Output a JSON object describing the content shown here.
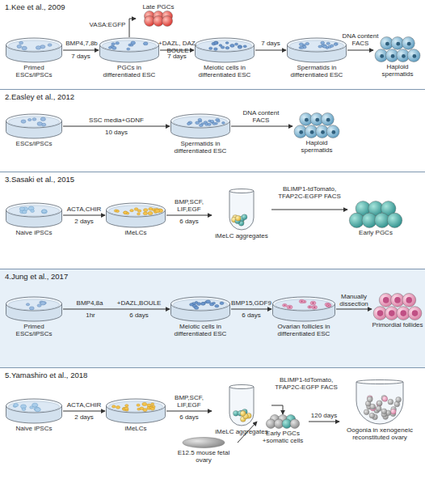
{
  "diagram": {
    "nodes": [
      {
        "text": [
          "1.Kee et al., 2009"
        ]
      },
      {
        "text": [
          "Primed ESCs/iPSCs"
        ],
        "in": 0
      },
      {
        "text": [
          "PGCs in differentiated ESC"
        ],
        "in": 0
      },
      {
        "text": [
          "Late PGCs"
        ],
        "in": 0
      },
      {
        "text": [
          "Meiotic cells in differentiated ESC"
        ],
        "in": 0
      },
      {
        "text": [
          "Spermatids in differentiated ESC"
        ],
        "in": 0
      },
      {
        "text": [
          "Haploid spermatids"
        ],
        "in": 0
      },
      {
        "text": [
          "2.Easley et al., 2012"
        ]
      },
      {
        "text": [
          "ESCs/iPSCs"
        ],
        "in": 7
      },
      {
        "text": [
          "Spermatids in differentiated ESC"
        ],
        "in": 7
      },
      {
        "text": [
          "Haploid spermatids"
        ],
        "in": 7
      },
      {
        "text": [
          "3.Sasaki et al., 2015"
        ]
      },
      {
        "text": [
          "Naive iPSCs"
        ],
        "in": 11
      },
      {
        "text": [
          "iMeLCs"
        ],
        "in": 11
      },
      {
        "text": [
          "iMeLC aggregates"
        ],
        "in": 11
      },
      {
        "text": [
          "Early PGCs"
        ],
        "in": 11
      },
      {
        "text": [
          "4.Jung et al., 2017"
        ]
      },
      {
        "text": [
          "Primed ESCs/iPSCs"
        ],
        "in": 16
      },
      {
        "text": [
          "Meiotic cells in differentiated ESC"
        ],
        "in": 16
      },
      {
        "text": [
          "Ovarian follicles in differentiated ESC"
        ],
        "in": 16
      },
      {
        "text": [
          "Primordial follides"
        ],
        "in": 16
      },
      {
        "text": [
          "5.Yamashiro et al., 2018"
        ]
      },
      {
        "text": [
          "Naive iPSCs"
        ],
        "in": 21
      },
      {
        "text": [
          "iMeLCs"
        ],
        "in": 21
      },
      {
        "text": [
          "iMeLC aggregates"
        ],
        "in": 21
      },
      {
        "text": [
          "Early PGCs +somatic cells"
        ],
        "in": 21
      },
      {
        "text": [
          "E12.5 mouse fetal ovary"
        ],
        "in": 21
      },
      {
        "text": [
          "Oogonia in xenogeneic reconstituted ovary"
        ],
        "in": 21
      }
    ],
    "edges": [
      {
        "from": 1,
        "to": 2,
        "label": "BMP4,7,8b",
        "arrow": "to"
      },
      {
        "from": 2,
        "to": 3,
        "label": "VASA:EGFP",
        "arrow": "to"
      },
      {
        "from": 2,
        "to": 4,
        "label": "+DAZL, DAZ, BOULE",
        "arrow": "to"
      },
      {
        "from": 4,
        "to": 5,
        "label": "7 days",
        "arrow": "to"
      },
      {
        "from": 5,
        "to": 6,
        "label": "DNA content FACS",
        "arrow": "to"
      },
      {
        "from": 8,
        "to": 9,
        "label": "SSC media+GDNF",
        "arrow": "to"
      },
      {
        "from": 9,
        "to": 10,
        "label": "DNA content FACS",
        "arrow": "to"
      },
      {
        "from": 12,
        "to": 13,
        "label": "ACTA,CHIR",
        "arrow": "to"
      },
      {
        "from": 13,
        "to": 14,
        "label": "BMP,SCF, LIF,EGF",
        "arrow": "to"
      },
      {
        "from": 14,
        "to": 15,
        "label": "BLIMP1-tdTomato, TFAP2C-EGFP FACS",
        "arrow": "to"
      },
      {
        "from": 17,
        "to": 18,
        "label": "BMP4,8a",
        "arrow": "to"
      },
      {
        "from": 18,
        "to": 19,
        "label": "BMP15,GDF9",
        "arrow": "to"
      },
      {
        "from": 19,
        "to": 20,
        "label": "Manually dissection",
        "arrow": "to"
      },
      {
        "from": 22,
        "to": 23,
        "label": "ACTA,CHIR",
        "arrow": "to"
      },
      {
        "from": 23,
        "to": 24,
        "label": "BMP,SCF, LIF,EGF",
        "arrow": "to"
      },
      {
        "from": 24,
        "to": 25,
        "label": "BLIMP1-tdTomato, TFAP2C-EGFP FACS",
        "arrow": "to"
      },
      {
        "from": 26,
        "to": 25,
        "arrow": "to"
      },
      {
        "from": 25,
        "to": 27,
        "label": "120 days",
        "arrow": "to"
      }
    ],
    "labels": [
      "7 days",
      "7 days",
      "10 days",
      "2 days",
      "6 days",
      "1hr",
      "+DAZL,BOULE",
      "6 days",
      "6 days",
      "2 days",
      "6 days"
    ]
  }
}
